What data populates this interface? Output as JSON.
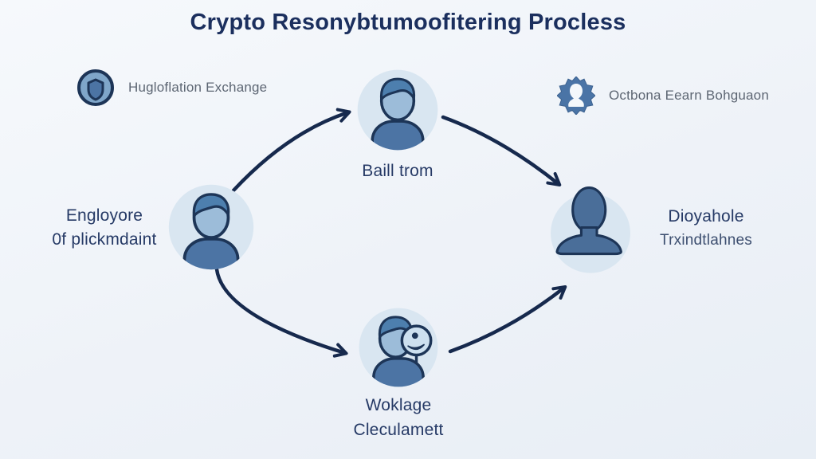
{
  "title": "Crypto Resonybtumoofitering Procless",
  "legend": {
    "exchange": {
      "label": "Hugloflation Exchange",
      "icon": "shield-exchange-icon"
    },
    "badge": {
      "label": "Octbona Eearn Bohguaon",
      "icon": "badge-seal-icon"
    }
  },
  "nodes": {
    "source": {
      "line1": "Engloyore",
      "line2": "0f plickmdaint",
      "icon": "person-icon"
    },
    "buyer": {
      "label": "Baill trom",
      "icon": "person-icon"
    },
    "worker": {
      "line1": "Woklage",
      "line2": "Cleculamett",
      "icon": "person-magnifier-icon"
    },
    "target": {
      "line1": "Dioyahole",
      "line2": "Trxindtlahnes",
      "icon": "person-silhouette-icon"
    }
  },
  "colors": {
    "title": "#1b2f5e",
    "label": "#263a66",
    "legend_text": "#5d6673",
    "outline": "#1d3557",
    "arrow": "#16294d",
    "avatar_bg": "#d9e6f1",
    "head": "#9cbcd9",
    "hair": "#4d7fae",
    "body": "#4c74a4",
    "silhouette": "#4a6e99",
    "badge": "#4a74a6",
    "shield_ring": "#7fa6c9",
    "bg_from": "#f6f9fc",
    "bg_to": "#e8eef5"
  }
}
